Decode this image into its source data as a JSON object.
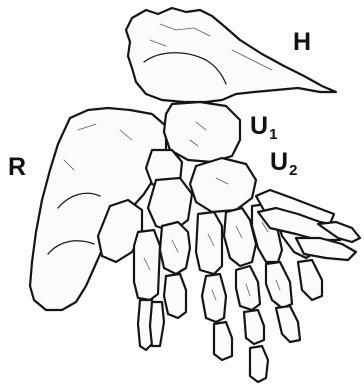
{
  "labels": {
    "humerus": {
      "text": "H"
    },
    "radius": {
      "text": "R"
    },
    "ulnare_1": {
      "base": "U",
      "sub": "1"
    },
    "ulnare_2": {
      "base": "U",
      "sub": "2"
    }
  },
  "colors": {
    "ink": "#151515",
    "bone_fill": "#fbfbfb",
    "background": "#fdfdfd"
  }
}
